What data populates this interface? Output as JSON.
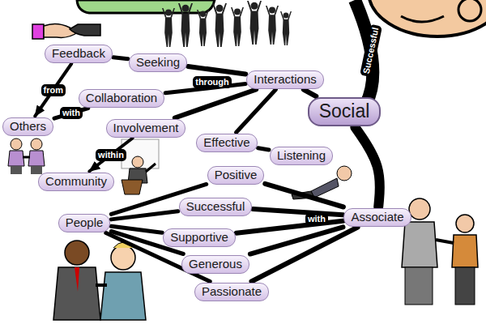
{
  "diagram": {
    "nodes": [
      {
        "text": [
          "Feedback"
        ]
      },
      {
        "text": [
          "Seeking"
        ]
      },
      {
        "text": [
          "Interactions"
        ]
      },
      {
        "text": [
          "Collaboration"
        ]
      },
      {
        "text": [
          "Others"
        ]
      },
      {
        "text": [
          "Social"
        ]
      },
      {
        "text": [
          "Involvement"
        ]
      },
      {
        "text": [
          "Community"
        ]
      },
      {
        "text": [
          "Effective"
        ]
      },
      {
        "text": [
          "Listening"
        ]
      },
      {
        "text": [
          "Positive"
        ]
      },
      {
        "text": [
          "Successful"
        ]
      },
      {
        "text": [
          "Supportive"
        ]
      },
      {
        "text": [
          "Associate"
        ]
      },
      {
        "text": [
          "People"
        ]
      },
      {
        "text": [
          "Generous"
        ]
      },
      {
        "text": [
          "Passionate"
        ]
      }
    ],
    "edges": [
      {
        "from": 5,
        "to": 2,
        "arrow": "none"
      },
      {
        "from": 2,
        "to": 1,
        "arrow": "none"
      },
      {
        "from": 1,
        "to": 0,
        "arrow": "none"
      },
      {
        "from": 0,
        "to": 4,
        "label": "from",
        "arrow": "to"
      },
      {
        "from": 2,
        "to": 3,
        "arrow": "none"
      },
      {
        "from": 3,
        "to": 4,
        "label": "with",
        "arrow": "none"
      },
      {
        "from": 2,
        "to": 6,
        "arrow": "none"
      },
      {
        "from": 6,
        "to": 7,
        "label": "within",
        "arrow": "to"
      },
      {
        "from": 2,
        "to": 8,
        "arrow": "none"
      },
      {
        "from": 8,
        "to": 9,
        "arrow": "none"
      },
      {
        "from": 5,
        "to": 13,
        "arrow": "none"
      },
      {
        "from": 14,
        "to": 10,
        "arrow": "none"
      },
      {
        "from": 14,
        "to": 11,
        "arrow": "none"
      },
      {
        "from": 14,
        "to": 12,
        "arrow": "none"
      },
      {
        "from": 14,
        "to": 15,
        "arrow": "none"
      },
      {
        "from": 14,
        "to": 16,
        "arrow": "none"
      },
      {
        "from": 10,
        "to": 13,
        "arrow": "none"
      },
      {
        "from": 11,
        "to": 13,
        "arrow": "none"
      },
      {
        "from": 12,
        "to": 13,
        "arrow": "none"
      },
      {
        "from": 15,
        "to": 13,
        "arrow": "none"
      },
      {
        "from": 16,
        "to": 13,
        "arrow": "none"
      }
    ],
    "labels": [
      "through",
      "with",
      "Successful"
    ]
  }
}
